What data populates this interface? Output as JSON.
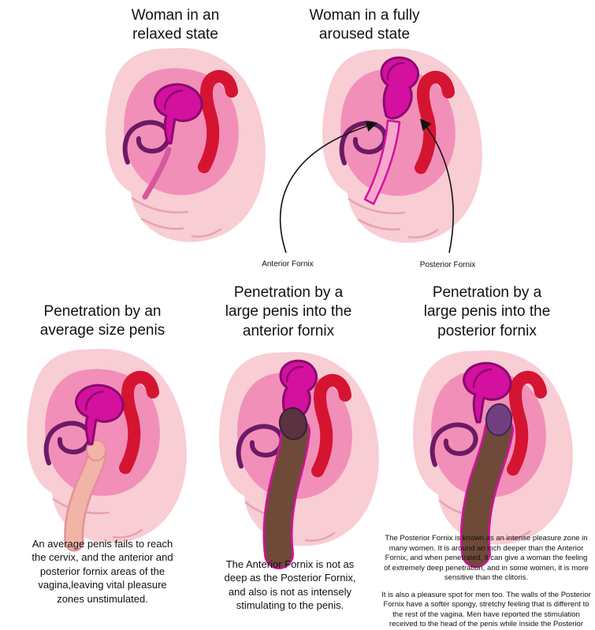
{
  "panels": {
    "relaxed": {
      "title": "Woman in an\nrelaxed state"
    },
    "aroused": {
      "title": "Woman in a fully\naroused state",
      "anterior_label": "Anterior Fornix",
      "posterior_label": "Posterior Fornix"
    },
    "average": {
      "title": "Penetration by an\naverage size penis",
      "caption": "An average penis fails to reach\nthe cervix, and the anterior and\nposterior fornix areas of the\nvagina,leaving vital pleasure\nzones unstimulated."
    },
    "anterior": {
      "title": "Penetration by a\nlarge penis into the\nanterior fornix",
      "caption": "The Anterior Fornix is not as\ndeep as the Posterior Fornix,\nand also is not as intensely\nstimulating to the penis."
    },
    "posterior": {
      "title": "Penetration by a\nlarge penis into the\nposterior fornix",
      "caption1": "The Posterior Fornix is known as an intense pleasure zone in many women. It is around an inch deeper than the Anterior Fornix, and when penetrated, it can give a woman the feeling of extremely deep penetration, and in some women, it is more sensitive than the clitoris.",
      "caption2": "It is also a pleasure spot for men too. The walls of the Posterior Fornix have a softer spongy, stretchy feeling that is different to the rest of the vagina. Men have reported the stimulation received to the head of the penis while inside the Posterior Fornix to be intense."
    }
  },
  "colors": {
    "text": "#111111",
    "body": "#f8cdd3",
    "inner": "#f18fb8",
    "fold": "#e5a3b1",
    "uterus": "#d4109f",
    "uterusOutline": "#8a0a6d",
    "vagina": "#f6a8cc",
    "vaginaLine": "#d4589e",
    "loop": "#6d1a66",
    "rectum": "#d51431",
    "penisFlesh": "#f2b4a6",
    "penisFleshOutline": "#e2909b",
    "penisBrown": "#6f4a38",
    "glansDark": "#5a3240",
    "glansPurple": "#713f80",
    "arrow": "#111111"
  }
}
